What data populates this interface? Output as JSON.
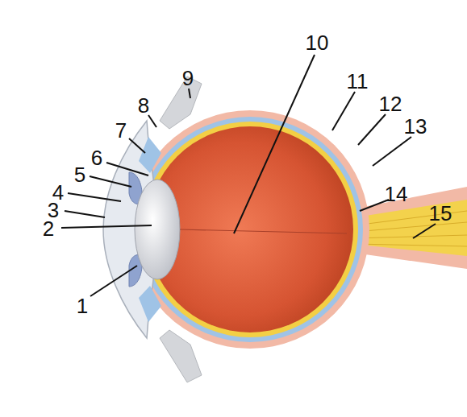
{
  "diagram": {
    "labels": [
      "1",
      "2",
      "3",
      "4",
      "5",
      "6",
      "7",
      "8",
      "9",
      "10",
      "11",
      "12",
      "13",
      "14",
      "15"
    ]
  }
}
